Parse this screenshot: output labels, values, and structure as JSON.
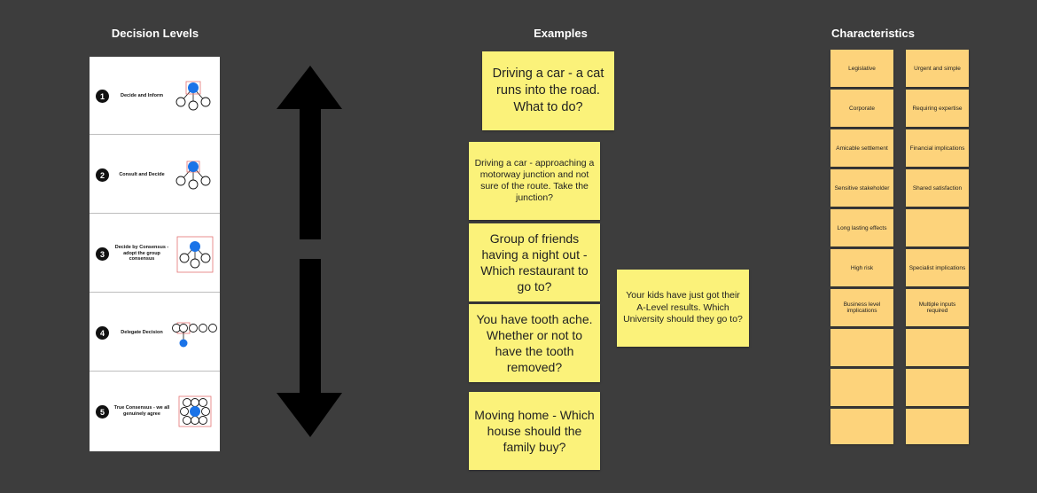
{
  "headings": {
    "levels": "Decision Levels",
    "examples": "Examples",
    "characteristics": "Characteristics"
  },
  "levels": [
    {
      "num": "1",
      "label": "Decide and Inform"
    },
    {
      "num": "2",
      "label": "Consult and Decide"
    },
    {
      "num": "3",
      "label": "Decide by Consensus - adopt the group consensus"
    },
    {
      "num": "4",
      "label": "Delegate Decision"
    },
    {
      "num": "5",
      "label": "True Consensus - we all genuinely agree"
    }
  ],
  "examples": [
    "Driving a car - a cat runs into the road. What to do?",
    "Driving a car - approaching a motorway junction and not sure of the route. Take the junction?",
    "Group of friends having a night out - Which restaurant to go to?",
    "You have tooth ache. Whether or not to have the tooth removed?",
    "Moving home - Which house should the family buy?",
    "Your kids have just got their A-Level results. Which University should they go to?"
  ],
  "characteristics": {
    "left": [
      "Legislative",
      "Corporate",
      "Amicable settlement",
      "Sensitive stakeholder",
      "Long lasting effects",
      "High risk",
      "Business level implications",
      "",
      "",
      ""
    ],
    "right": [
      "Urgent and simple",
      "Requiring expertise",
      "Financial implications",
      "Shared satisfaction",
      "",
      "Specialist implications",
      "Multiple inputs required",
      "",
      "",
      ""
    ]
  },
  "colors": {
    "background": "#3d3d3d",
    "example_sticky": "#fbf27a",
    "characteristic_sticky": "#fdd37b",
    "highlight_node": "#1a73e8",
    "highlight_box": "#e57373"
  },
  "icons": {
    "arrow": "double-headed-vertical-arrow"
  }
}
